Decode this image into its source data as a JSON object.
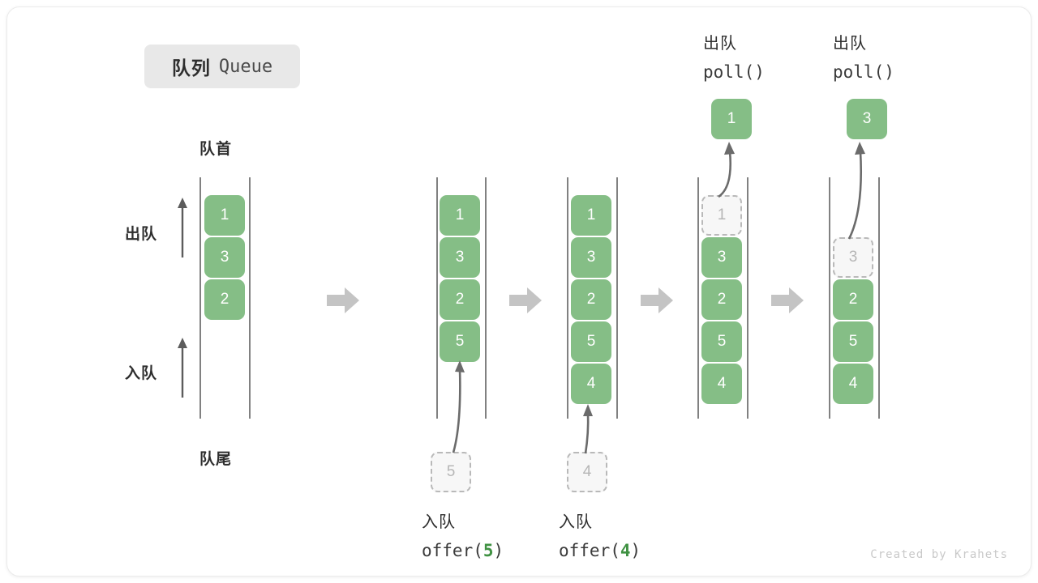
{
  "title": {
    "cn": "队列",
    "en": "Queue"
  },
  "legend": {
    "head_label": "队首",
    "tail_label": "队尾",
    "dequeue_label": "出队",
    "enqueue_label": "入队"
  },
  "colors": {
    "item_fill": "#85be86",
    "item_text": "#ffffff",
    "ghost_fill": "#f7f7f7",
    "ghost_border": "#b9b9b9",
    "ghost_text": "#b6b6b6",
    "rail": "#6b6b6b",
    "block_arrow": "#c4c4c4",
    "badge_bg": "#e8e8e8",
    "code_accent": "#3f9142",
    "text": "#2e2e2e"
  },
  "columns": [
    {
      "id": "initial",
      "items": [
        {
          "value": "1",
          "state": "filled"
        },
        {
          "value": "3",
          "state": "filled"
        },
        {
          "value": "2",
          "state": "filled"
        }
      ],
      "operation": null,
      "result": null
    },
    {
      "id": "after-offer-5",
      "items": [
        {
          "value": "1",
          "state": "filled"
        },
        {
          "value": "3",
          "state": "filled"
        },
        {
          "value": "2",
          "state": "filled"
        },
        {
          "value": "5",
          "state": "filled"
        }
      ],
      "operation": {
        "position": "bottom",
        "cn": "入队",
        "code_prefix": "offer(",
        "code_num": "5",
        "code_suffix": ")",
        "ghost_value": "5"
      },
      "result": null
    },
    {
      "id": "after-offer-4",
      "items": [
        {
          "value": "1",
          "state": "filled"
        },
        {
          "value": "3",
          "state": "filled"
        },
        {
          "value": "2",
          "state": "filled"
        },
        {
          "value": "5",
          "state": "filled"
        },
        {
          "value": "4",
          "state": "filled"
        }
      ],
      "operation": {
        "position": "bottom",
        "cn": "入队",
        "code_prefix": "offer(",
        "code_num": "4",
        "code_suffix": ")",
        "ghost_value": "4"
      },
      "result": null
    },
    {
      "id": "after-poll-1",
      "items": [
        {
          "value": "1",
          "state": "ghost"
        },
        {
          "value": "3",
          "state": "filled"
        },
        {
          "value": "2",
          "state": "filled"
        },
        {
          "value": "5",
          "state": "filled"
        },
        {
          "value": "4",
          "state": "filled"
        }
      ],
      "operation": {
        "position": "top",
        "cn": "出队",
        "code_prefix": "poll(",
        "code_num": "",
        "code_suffix": ")"
      },
      "result": {
        "value": "1",
        "state": "filled"
      }
    },
    {
      "id": "after-poll-3",
      "items": [
        {
          "value": "",
          "state": "empty"
        },
        {
          "value": "3",
          "state": "ghost"
        },
        {
          "value": "2",
          "state": "filled"
        },
        {
          "value": "5",
          "state": "filled"
        },
        {
          "value": "4",
          "state": "filled"
        }
      ],
      "operation": {
        "position": "top",
        "cn": "出队",
        "code_prefix": "poll(",
        "code_num": "",
        "code_suffix": ")"
      },
      "result": {
        "value": "3",
        "state": "filled"
      }
    }
  ],
  "flow_arrows_count": 4,
  "footer": "Created by Krahets"
}
